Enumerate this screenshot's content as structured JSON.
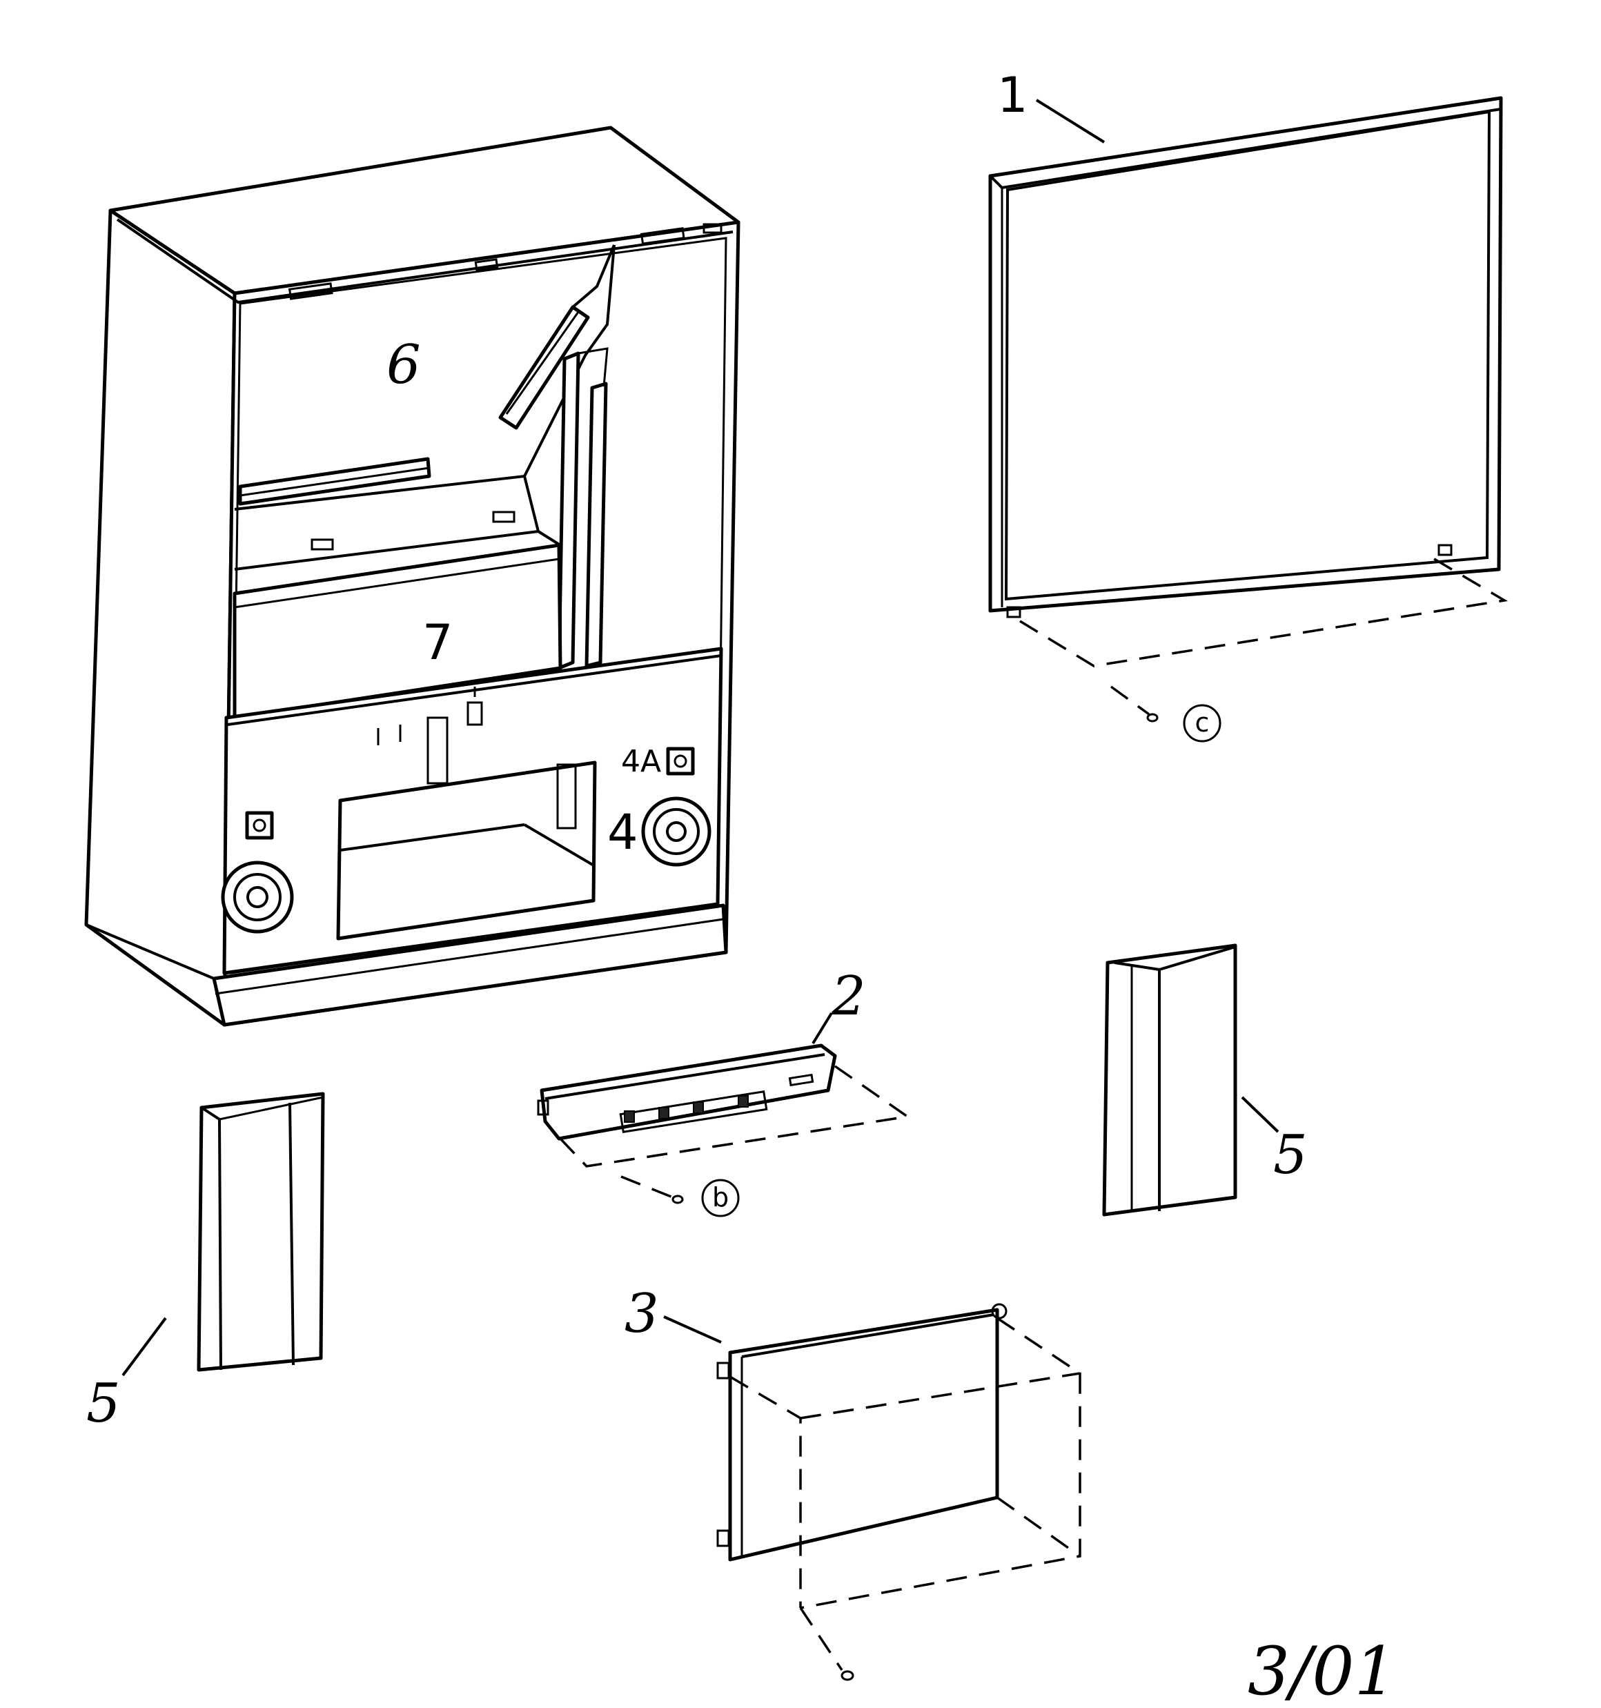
{
  "diagram": {
    "callouts": {
      "screen": "1",
      "control_panel": "2",
      "door": "3",
      "speaker_right": "4",
      "speaker_right_small": "4A",
      "side_left": "5",
      "side_right": "5",
      "upper_cavity": "6",
      "lower_cavity": "7"
    },
    "hardware": {
      "screen_screw": "c",
      "panel_screw": "b"
    },
    "revision": "3/01"
  }
}
